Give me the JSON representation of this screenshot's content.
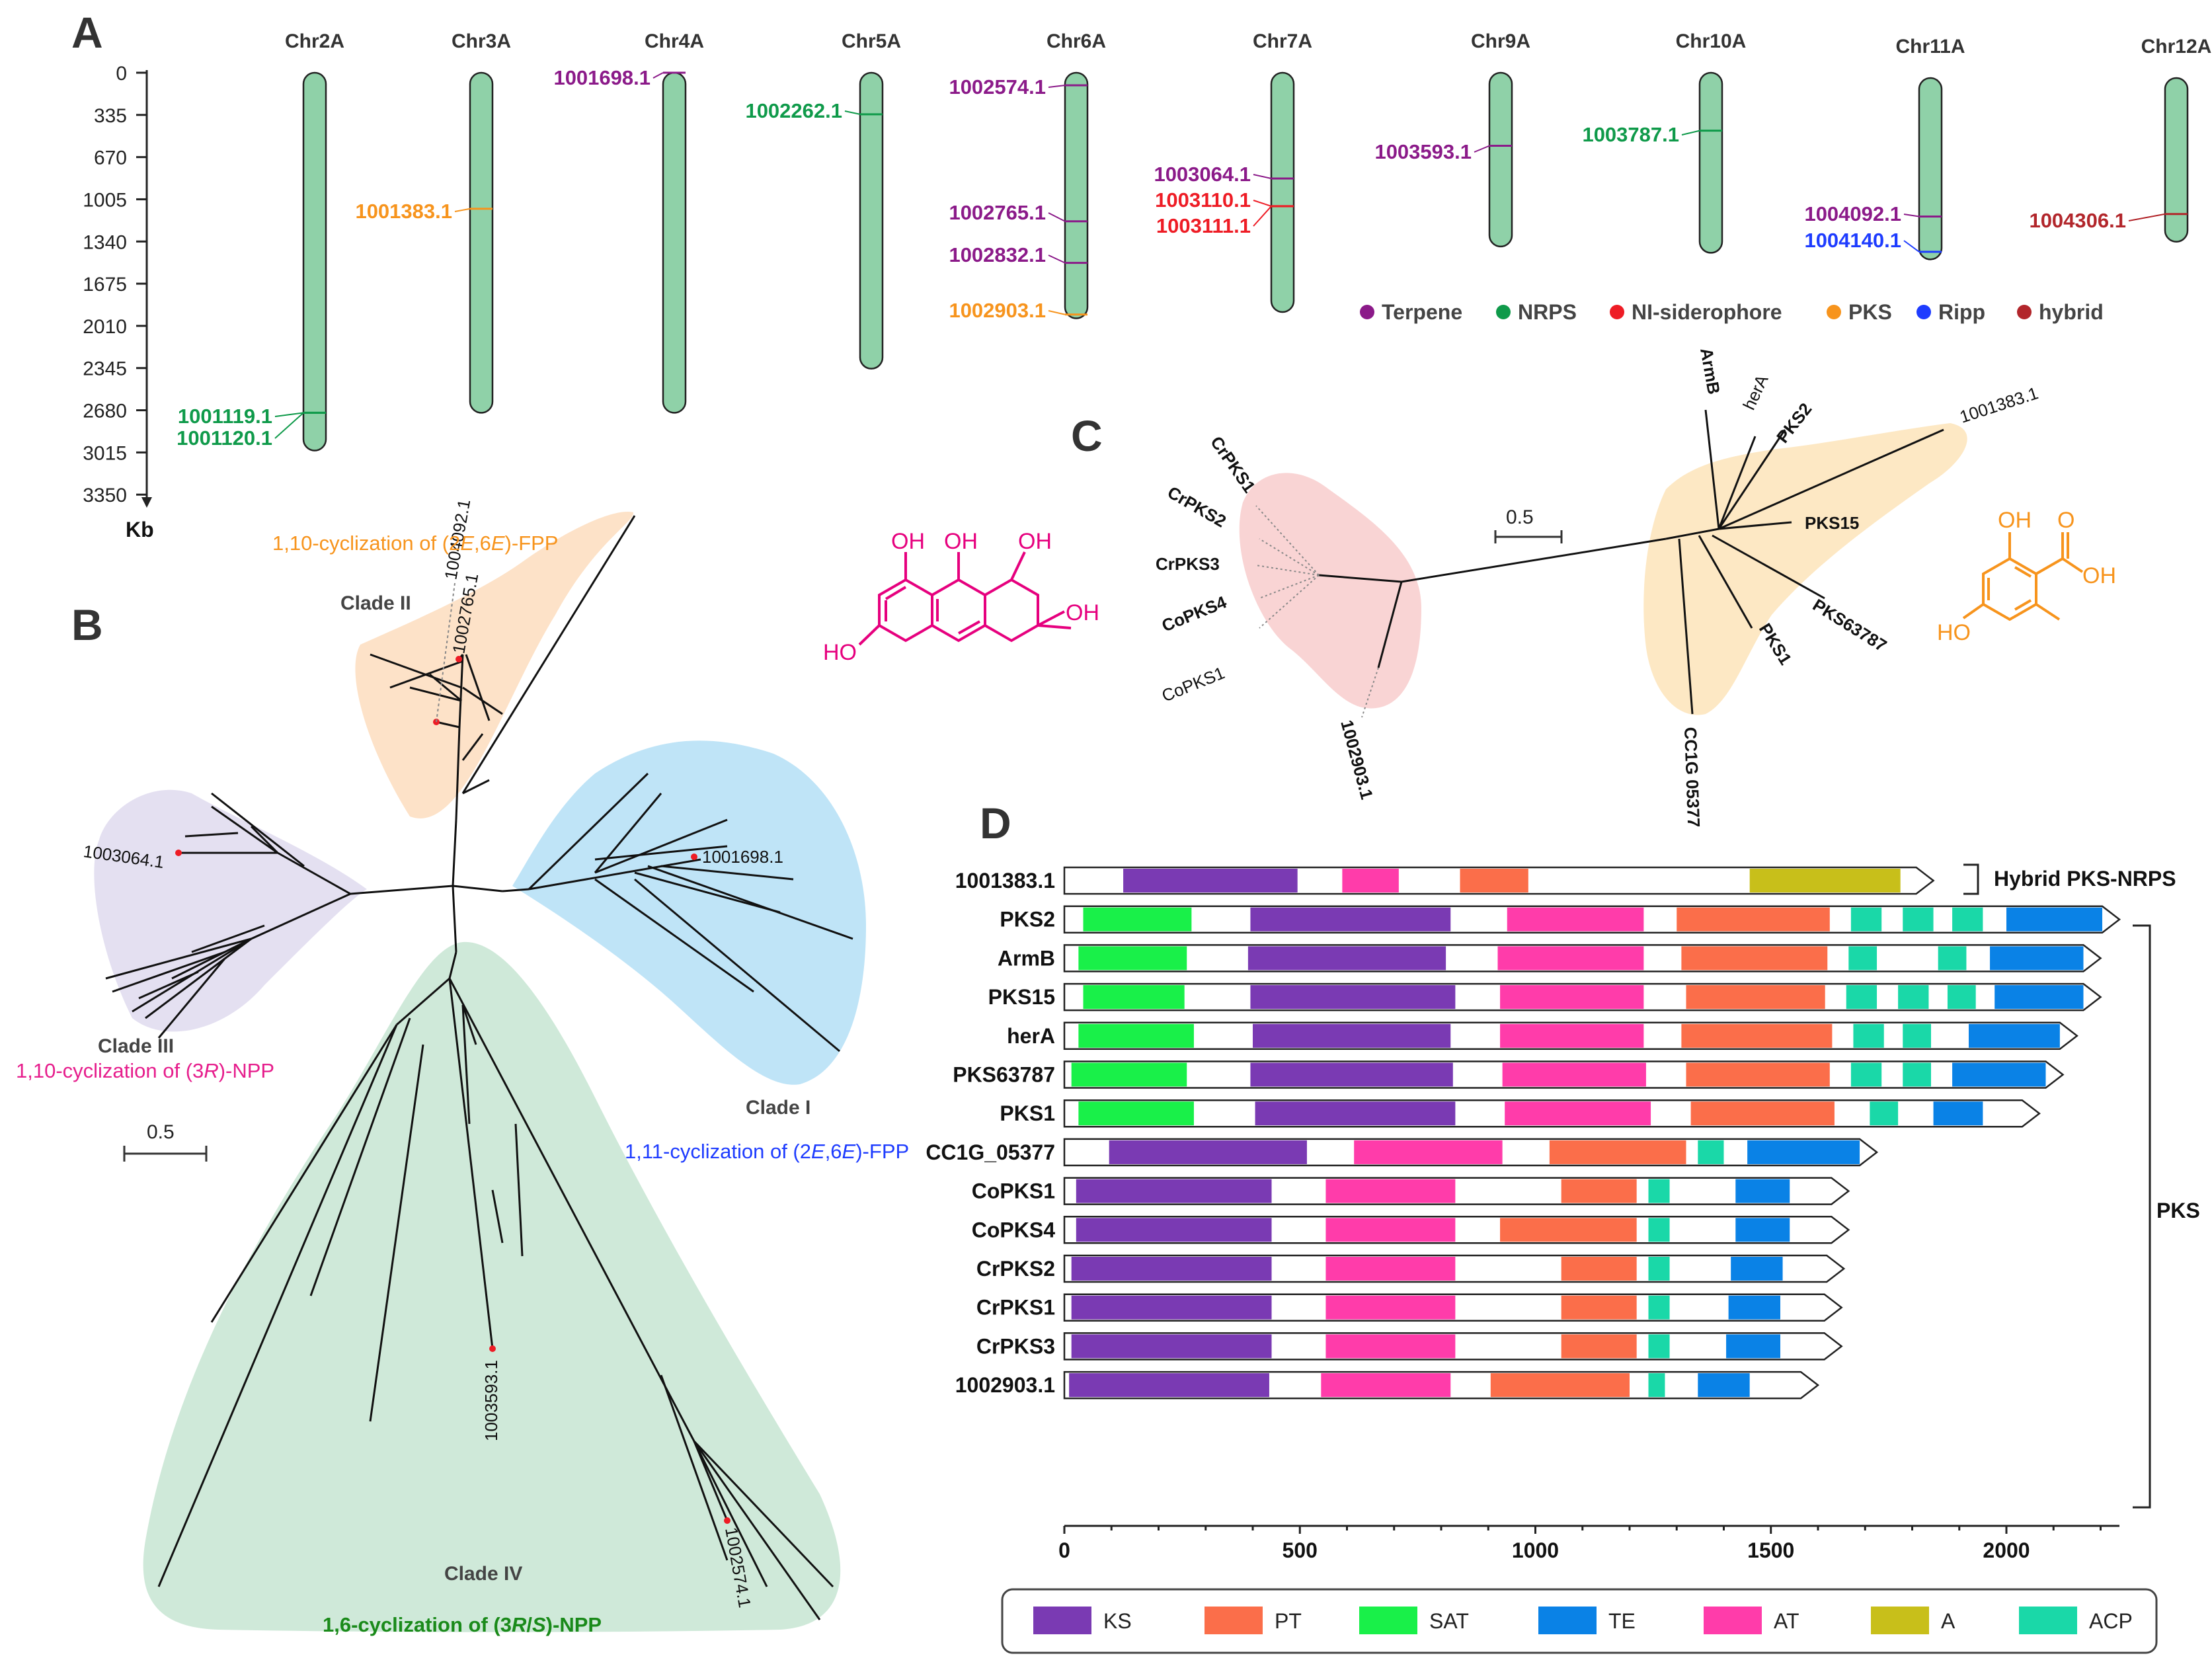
{
  "panels": {
    "a": "A",
    "b": "B",
    "c": "C",
    "d": "D"
  },
  "panel_a": {
    "axis_unit": "Kb",
    "ticks": [
      "0",
      "335",
      "670",
      "1005",
      "1340",
      "1675",
      "2010",
      "2345",
      "2680",
      "3015",
      "3350"
    ],
    "chromosomes": [
      {
        "name": "Chr2A",
        "length_kb": 3000
      },
      {
        "name": "Chr3A",
        "length_kb": 2700
      },
      {
        "name": "Chr4A",
        "length_kb": 2700
      },
      {
        "name": "Chr5A",
        "length_kb": 2350
      },
      {
        "name": "Chr6A",
        "length_kb": 1950
      },
      {
        "name": "Chr7A",
        "length_kb": 1900
      },
      {
        "name": "Chr9A",
        "length_kb": 1380
      },
      {
        "name": "Chr10A",
        "length_kb": 1430
      },
      {
        "name": "Chr11A",
        "length_kb": 1440
      },
      {
        "name": "Chr12A",
        "length_kb": 1300
      }
    ],
    "genes": [
      {
        "id": "1001119.1",
        "chr": "Chr2A",
        "pos_kb": 2700,
        "type": "NRPS"
      },
      {
        "id": "1001120.1",
        "chr": "Chr2A",
        "pos_kb": 2700,
        "type": "NRPS"
      },
      {
        "id": "1001383.1",
        "chr": "Chr3A",
        "pos_kb": 1080,
        "type": "PKS"
      },
      {
        "id": "1001698.1",
        "chr": "Chr4A",
        "pos_kb": 0,
        "type": "Terpene"
      },
      {
        "id": "1002262.1",
        "chr": "Chr5A",
        "pos_kb": 330,
        "type": "NRPS"
      },
      {
        "id": "1002574.1",
        "chr": "Chr6A",
        "pos_kb": 100,
        "type": "Terpene"
      },
      {
        "id": "1002765.1",
        "chr": "Chr6A",
        "pos_kb": 1180,
        "type": "Terpene"
      },
      {
        "id": "1002832.1",
        "chr": "Chr6A",
        "pos_kb": 1510,
        "type": "Terpene"
      },
      {
        "id": "1002903.1",
        "chr": "Chr6A",
        "pos_kb": 1920,
        "type": "PKS"
      },
      {
        "id": "1003064.1",
        "chr": "Chr7A",
        "pos_kb": 840,
        "type": "Terpene"
      },
      {
        "id": "1003110.1",
        "chr": "Chr7A",
        "pos_kb": 1060,
        "type": "NI-siderophore"
      },
      {
        "id": "1003111.1",
        "chr": "Chr7A",
        "pos_kb": 1060,
        "type": "NI-siderophore"
      },
      {
        "id": "1003593.1",
        "chr": "Chr9A",
        "pos_kb": 580,
        "type": "Terpene"
      },
      {
        "id": "1003787.1",
        "chr": "Chr10A",
        "pos_kb": 460,
        "type": "NRPS"
      },
      {
        "id": "1004092.1",
        "chr": "Chr11A",
        "pos_kb": 1100,
        "type": "Terpene"
      },
      {
        "id": "1004140.1",
        "chr": "Chr11A",
        "pos_kb": 1380,
        "type": "Ripp"
      },
      {
        "id": "1004306.1",
        "chr": "Chr12A",
        "pos_kb": 1080,
        "type": "hybrid"
      }
    ],
    "legend": [
      {
        "label": "Terpene",
        "color": "#8b1a89"
      },
      {
        "label": "NRPS",
        "color": "#0f9a4a"
      },
      {
        "label": "NI-siderophore",
        "color": "#ee1c25"
      },
      {
        "label": "PKS",
        "color": "#f7941d"
      },
      {
        "label": "Ripp",
        "color": "#1e3cff"
      },
      {
        "label": "hybrid",
        "color": "#b2262b"
      }
    ],
    "colors": {
      "chromosome_fill": "#8fd1a8",
      "chromosome_stroke": "#222222"
    }
  },
  "panel_b": {
    "clades": [
      {
        "name": "Clade I",
        "cyclization": "1,11-cyclization of (2E,6E)-FPP",
        "color": "#bfe4f7",
        "text_color": "#1e3cff"
      },
      {
        "name": "Clade II",
        "cyclization": "1,10-cyclization of (2E,6E)-FPP",
        "color": "#fde2c8",
        "text_color": "#f7941d"
      },
      {
        "name": "Clade III",
        "cyclization": "1,10-cyclization of (3R)-NPP",
        "color": "#e4e0f1",
        "text_color": "#e61d8c"
      },
      {
        "name": "Clade IV",
        "cyclization": "1,6-cyclization of (3R/S)-NPP",
        "color": "#cfe9d9",
        "text_color": "#1a8a1a"
      }
    ],
    "leaves": [
      "1004092.1",
      "1002765.1",
      "1003064.1",
      "1001698.1",
      "1003593.1",
      "1002574.1"
    ],
    "scale": "0.5"
  },
  "panel_c": {
    "leaves_left": [
      "CrPKS1",
      "CrPKS2",
      "CrPKS3",
      "CoPKS4",
      "CoPKS1",
      "1002903.1"
    ],
    "leaves_right": [
      "ArmB",
      "herA",
      "PKS2",
      "1001383.1",
      "PKS15",
      "PKS63787",
      "PKS1",
      "CC1G 05377"
    ],
    "scale": "0.5",
    "left_color": "#f9d4d4",
    "right_color": "#fde8c4",
    "compound_left": {
      "labels": [
        "OH",
        "OH",
        "OH",
        "OH",
        "HO"
      ],
      "color": "#e6007e"
    },
    "compound_right": {
      "labels": [
        "OH",
        "O",
        "OH",
        "HO"
      ],
      "color": "#f7941d"
    }
  },
  "panel_d": {
    "x_ticks": [
      "0",
      "500",
      "1000",
      "1500",
      "2000"
    ],
    "x_max": 2240,
    "group_labels": {
      "hybrid": "Hybrid PKS-NRPS",
      "pks": "PKS"
    },
    "domain_colors": {
      "KS": "#7a3ab3",
      "PT": "#fb6e4a",
      "SAT": "#19f049",
      "TE": "#0a82e6",
      "AT": "#ff3caa",
      "A": "#c8bf1a",
      "ACP": "#1ad8a8"
    },
    "legend": [
      "KS",
      "PT",
      "SAT",
      "TE",
      "AT",
      "A",
      "ACP"
    ],
    "proteins": [
      {
        "name": "1001383.1",
        "length": 1845,
        "domains": [
          [
            "KS",
            125,
            495
          ],
          [
            "AT",
            590,
            710
          ],
          [
            "PT",
            840,
            985
          ],
          [
            "A",
            1455,
            1775
          ]
        ]
      },
      {
        "name": "PKS2",
        "length": 2240,
        "domains": [
          [
            "SAT",
            40,
            270
          ],
          [
            "KS",
            395,
            820
          ],
          [
            "AT",
            940,
            1230
          ],
          [
            "PT",
            1300,
            1625
          ],
          [
            "ACP",
            1670,
            1735
          ],
          [
            "ACP",
            1780,
            1845
          ],
          [
            "ACP",
            1885,
            1950
          ],
          [
            "TE",
            2000,
            2210
          ]
        ]
      },
      {
        "name": "ArmB",
        "length": 2200,
        "domains": [
          [
            "SAT",
            30,
            260
          ],
          [
            "KS",
            390,
            810
          ],
          [
            "AT",
            920,
            1230
          ],
          [
            "PT",
            1310,
            1620
          ],
          [
            "ACP",
            1665,
            1725
          ],
          [
            "ACP",
            1855,
            1915
          ],
          [
            "TE",
            1965,
            2175
          ]
        ]
      },
      {
        "name": "PKS15",
        "length": 2200,
        "domains": [
          [
            "SAT",
            40,
            255
          ],
          [
            "KS",
            395,
            830
          ],
          [
            "AT",
            925,
            1230
          ],
          [
            "PT",
            1320,
            1615
          ],
          [
            "ACP",
            1660,
            1725
          ],
          [
            "ACP",
            1770,
            1835
          ],
          [
            "ACP",
            1875,
            1935
          ],
          [
            "TE",
            1975,
            2175
          ]
        ]
      },
      {
        "name": "herA",
        "length": 2150,
        "domains": [
          [
            "SAT",
            30,
            275
          ],
          [
            "KS",
            400,
            820
          ],
          [
            "AT",
            925,
            1230
          ],
          [
            "PT",
            1310,
            1630
          ],
          [
            "ACP",
            1675,
            1740
          ],
          [
            "ACP",
            1780,
            1840
          ],
          [
            "TE",
            1920,
            2120
          ]
        ]
      },
      {
        "name": "PKS63787",
        "length": 2120,
        "domains": [
          [
            "SAT",
            15,
            260
          ],
          [
            "KS",
            395,
            825
          ],
          [
            "AT",
            930,
            1235
          ],
          [
            "PT",
            1320,
            1625
          ],
          [
            "ACP",
            1670,
            1735
          ],
          [
            "ACP",
            1780,
            1840
          ],
          [
            "TE",
            1885,
            2090
          ]
        ]
      },
      {
        "name": "PKS1",
        "length": 2070,
        "domains": [
          [
            "SAT",
            30,
            275
          ],
          [
            "KS",
            405,
            830
          ],
          [
            "AT",
            935,
            1245
          ],
          [
            "PT",
            1330,
            1635
          ],
          [
            "ACP",
            1710,
            1770
          ],
          [
            "TE",
            1845,
            1950
          ]
        ]
      },
      {
        "name": "CC1G_05377",
        "length": 1725,
        "domains": [
          [
            "KS",
            95,
            515
          ],
          [
            "AT",
            615,
            930
          ],
          [
            "PT",
            1030,
            1320
          ],
          [
            "ACP",
            1345,
            1400
          ],
          [
            "TE",
            1450,
            1700
          ]
        ]
      },
      {
        "name": "CoPKS1",
        "length": 1665,
        "domains": [
          [
            "KS",
            25,
            440
          ],
          [
            "AT",
            555,
            830
          ],
          [
            "PT",
            1055,
            1215
          ],
          [
            "ACP",
            1240,
            1285
          ],
          [
            "TE",
            1425,
            1540
          ]
        ]
      },
      {
        "name": "CoPKS4",
        "length": 1665,
        "domains": [
          [
            "KS",
            25,
            440
          ],
          [
            "AT",
            555,
            830
          ],
          [
            "PT",
            925,
            1215
          ],
          [
            "ACP",
            1240,
            1285
          ],
          [
            "TE",
            1425,
            1540
          ]
        ]
      },
      {
        "name": "CrPKS2",
        "length": 1655,
        "domains": [
          [
            "KS",
            15,
            440
          ],
          [
            "AT",
            555,
            830
          ],
          [
            "PT",
            1055,
            1215
          ],
          [
            "ACP",
            1240,
            1285
          ],
          [
            "TE",
            1415,
            1525
          ]
        ]
      },
      {
        "name": "CrPKS1",
        "length": 1650,
        "domains": [
          [
            "KS",
            15,
            440
          ],
          [
            "AT",
            555,
            830
          ],
          [
            "PT",
            1055,
            1215
          ],
          [
            "ACP",
            1240,
            1285
          ],
          [
            "TE",
            1410,
            1520
          ]
        ]
      },
      {
        "name": "CrPKS3",
        "length": 1650,
        "domains": [
          [
            "KS",
            15,
            440
          ],
          [
            "AT",
            555,
            830
          ],
          [
            "PT",
            1055,
            1215
          ],
          [
            "ACP",
            1240,
            1285
          ],
          [
            "TE",
            1405,
            1520
          ]
        ]
      },
      {
        "name": "1002903.1",
        "length": 1600,
        "domains": [
          [
            "KS",
            10,
            435
          ],
          [
            "AT",
            545,
            820
          ],
          [
            "PT",
            905,
            1200
          ],
          [
            "ACP",
            1240,
            1275
          ],
          [
            "TE",
            1345,
            1455
          ]
        ]
      }
    ]
  }
}
